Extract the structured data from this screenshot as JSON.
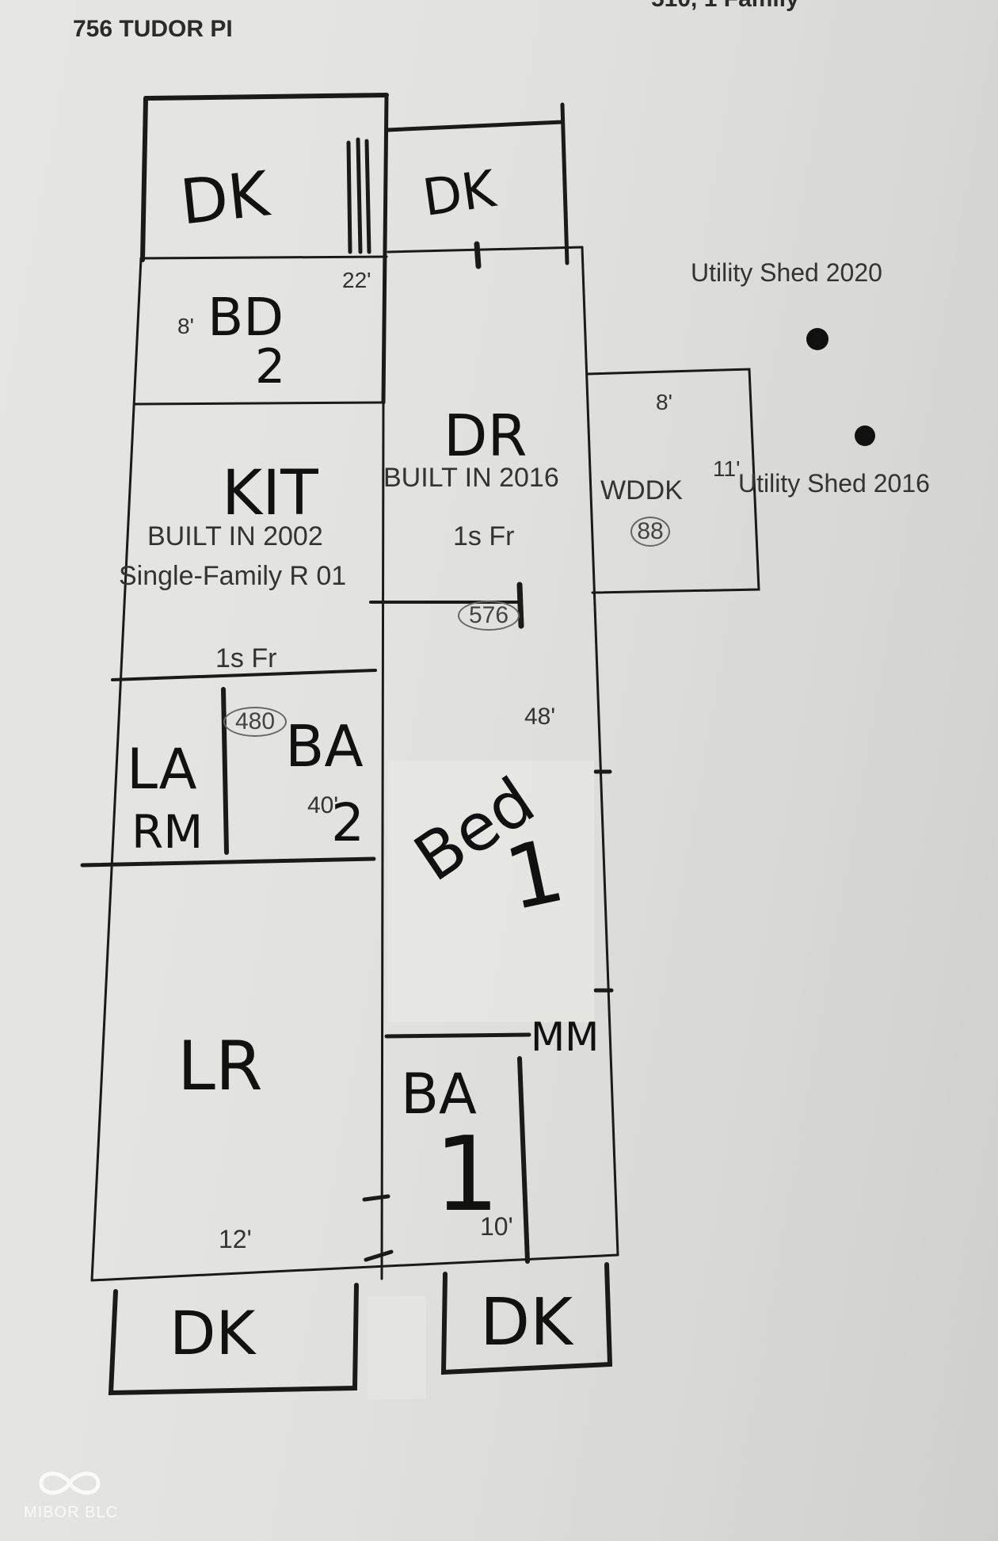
{
  "header": {
    "address": "756 TUDOR PI",
    "cut_off_text": "510, 1 Family"
  },
  "sheds": [
    {
      "label": "Utility Shed 2020"
    },
    {
      "label": "Utility Shed 2016"
    }
  ],
  "rooms": {
    "dk_top_left": "DK",
    "dk_top_right": "DK",
    "bd2_line1": "BD",
    "bd2_line2": "2",
    "kit": "KIT",
    "dr": "DR",
    "wddk": "WDDK",
    "la_line1": "LA",
    "la_line2": "RM",
    "ba2_line1": "BA",
    "ba2_line2": "2",
    "bed1_line1": "Bed",
    "bed1_line2": "1",
    "lr": "LR",
    "ba1_line1": "BA",
    "ba1_line2": "1",
    "dk_bottom_left": "DK",
    "dk_bottom_right": "DK",
    "zigzag": "MM"
  },
  "annotations": {
    "built_2002": "BUILT IN 2002",
    "single_family": "Single-Family R 01",
    "fr_left": "1s Fr",
    "built_2016": "BUILT IN 2016",
    "fr_right": "1s Fr"
  },
  "dimensions": {
    "d22": "22'",
    "d8_left": "8'",
    "d8_wddk": "8'",
    "d11": "11'",
    "d48": "48'",
    "d40": "40'",
    "d12": "12'",
    "d10": "10'"
  },
  "areas": {
    "a576": "576",
    "a480": "480",
    "a88": "88"
  },
  "footer": {
    "brand": "MIBOR BLC"
  }
}
